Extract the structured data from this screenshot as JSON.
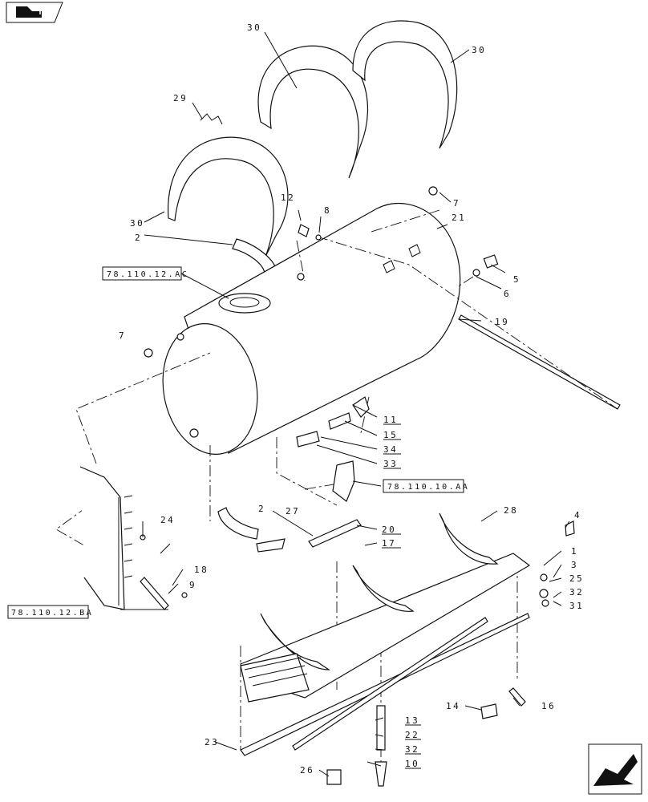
{
  "callouts": [
    "30",
    "30",
    "29",
    "30",
    "2",
    "12",
    "8",
    "7",
    "21",
    "5",
    "6",
    "7",
    "19",
    "11",
    "15",
    "34",
    "33",
    "28",
    "4",
    "1",
    "3",
    "25",
    "32",
    "31",
    "27",
    "20",
    "17",
    "2",
    "24",
    "18",
    "9",
    "16",
    "14",
    "13",
    "22",
    "32",
    "10",
    "26",
    "23"
  ],
  "references": [
    "78.110.12.AC",
    "78.110.10.AA",
    "78.110.12.BA"
  ],
  "icons": {
    "top_left": "book-back-icon",
    "bottom_right": "next-page-arrow-icon"
  }
}
